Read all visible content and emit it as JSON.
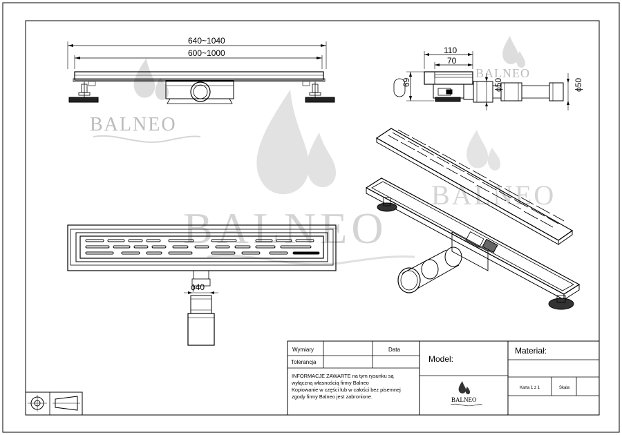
{
  "watermark": {
    "brand": "BALNEO"
  },
  "dimensions": {
    "overall_length": "640~1040",
    "inner_length": "600~1000",
    "width_outer": "110",
    "width_inner": "70",
    "height": "69",
    "outlet_diameter_1": "ϕ50",
    "outlet_diameter_2": "ϕ50",
    "outlet_diameter_bottom": "ϕ40"
  },
  "title_block": {
    "wymiary_label": "Wymiary",
    "data_label": "Data",
    "tolerancja_label": "Tolerancja",
    "model_label": "Model:",
    "material_label": "Materiał:",
    "notice_lines": [
      "INFORMACJE ZAWARTE na tym rysunku są",
      "wyłączną własnością firmy Balneo",
      "Kopiowanie w części lub w całości bez pisemnej",
      "zgody firmy Balneo jest zabronione."
    ],
    "logo_text": "BALNEO",
    "sheet_label": "Karta 1 z 1",
    "scale_label": "Skala"
  },
  "icons": {
    "projection_symbol": "first-angle-projection-icon",
    "logo_drop": "water-drop-icon"
  }
}
